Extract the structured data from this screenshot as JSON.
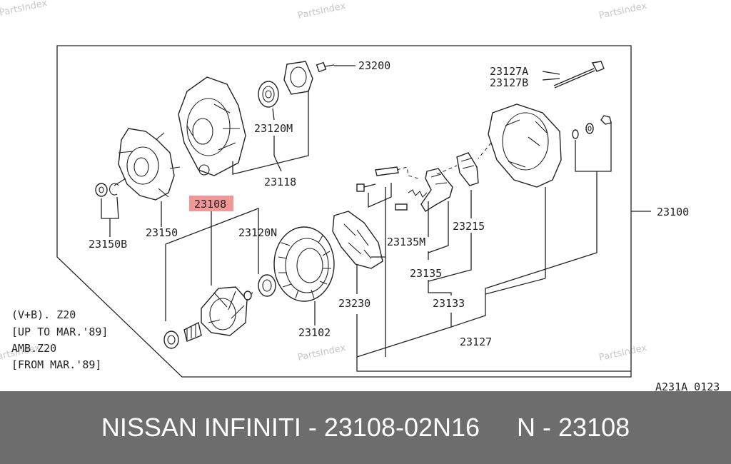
{
  "watermarks": [
    "PartsIndex",
    "PartsIndex",
    "PartsIndex",
    "PartsIndex"
  ],
  "labels": {
    "p23200": "23200",
    "p23127A": "23127A",
    "p23127B": "23127B",
    "p23120M": "23120M",
    "p23118": "23118",
    "p23108": "23108",
    "p23150": "23150",
    "p23150B": "23150B",
    "p23120N": "23120N",
    "p23100": "23100",
    "p23215": "23215",
    "p23135M": "23135M",
    "p23135": "23135",
    "p23133": "23133",
    "p23230": "23230",
    "p23102": "23102",
    "p23127": "23127"
  },
  "notes": {
    "line1": "(V+B). Z20",
    "line2": "[UP TO MAR.'89]",
    "line3": "AMB.Z20",
    "line4": "[FROM MAR.'89]"
  },
  "diagram_code": "A231A 0123",
  "highlight_color": "#f19797",
  "footer": {
    "title": "NISSAN INFINITI - 23108-02N16",
    "code": "N - 23108"
  }
}
